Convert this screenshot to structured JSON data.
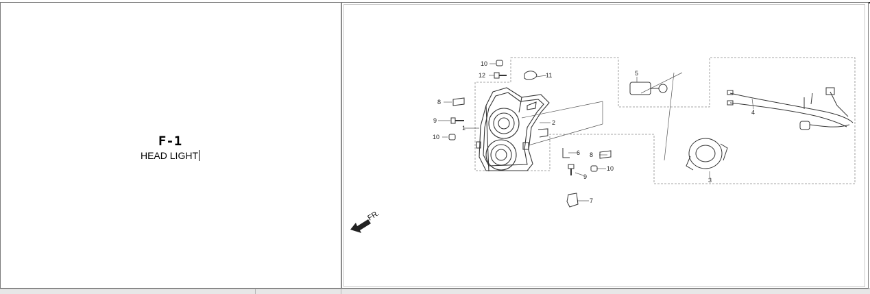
{
  "section": {
    "code": "F-1",
    "name": "HEAD LIGHT"
  },
  "diagram": {
    "direction_label": "FR.",
    "callouts": {
      "c1": "1",
      "c2": "2",
      "c3": "3",
      "c4": "4",
      "c5": "5",
      "c6": "6",
      "c7": "7",
      "c8a": "8",
      "c8b": "8",
      "c9a": "9",
      "c9b": "9",
      "c10a": "10",
      "c10b": "10",
      "c10c": "10",
      "c11": "11",
      "c12": "12"
    }
  }
}
